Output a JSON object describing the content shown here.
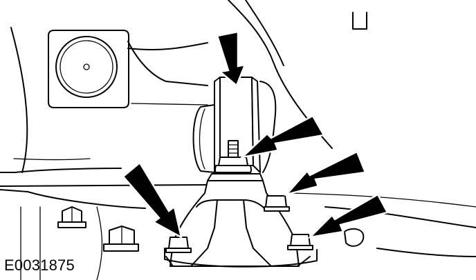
{
  "figure": {
    "id": "E0031875"
  },
  "colors": {
    "line": "#000000",
    "background": "#ffffff"
  },
  "callouts": {
    "count": 5,
    "icon": "black-pointer-arrow"
  }
}
